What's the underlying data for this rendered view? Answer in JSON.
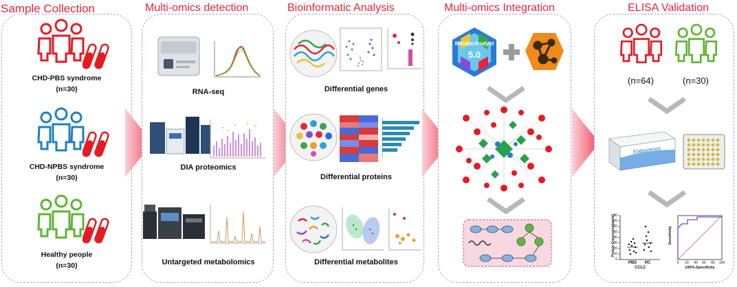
{
  "stages": [
    {
      "title": "Sample Collection"
    },
    {
      "title": "Multi-omics detection"
    },
    {
      "title": "Bioinformatic Analysis"
    },
    {
      "title": "Multi-omics Integration"
    },
    {
      "title": "ELISA Validation"
    }
  ],
  "sample_groups": [
    {
      "name": "CHD-PBS syndrome",
      "n": "(n=30)",
      "color": "#e31b23"
    },
    {
      "name": "CHD-NPBS syndrome",
      "n": "(n=30)",
      "color": "#1d7fc4"
    },
    {
      "name": "Healthy people",
      "n": "(n=30)",
      "color": "#5cb531"
    }
  ],
  "detection": [
    "RNA-seq",
    "DIA proteomics",
    "Untargeted metabolomics"
  ],
  "analysis": [
    "Differential genes",
    "Differential proteins",
    "Differential metabolites"
  ],
  "integration": {
    "tool_name": "MetaboAnalyst",
    "tool_version": "5.0"
  },
  "elisa": {
    "groups": [
      {
        "n": "(n=64)",
        "color": "#e31b23"
      },
      {
        "n": "(n=30)",
        "color": "#5cb531"
      }
    ],
    "kit_brand": "Elabscience",
    "bar_chart": {
      "ylabel": "Protein Expression(pg/ml)",
      "xlabel": "CCL2",
      "categories": [
        "PBS",
        "HC"
      ],
      "yticks": [
        "0",
        "10",
        "20",
        "30",
        "40",
        "50",
        "60",
        "70",
        "80"
      ]
    },
    "roc_chart": {
      "ylabel": "Sensitivity",
      "xlabel": "100%-Specificity",
      "ticks": [
        "0",
        "20",
        "40",
        "60",
        "80",
        "100"
      ]
    }
  },
  "colors": {
    "accent": "#e8243a",
    "panel_border": "#a8a8a8",
    "arrow": "#f0546a"
  }
}
